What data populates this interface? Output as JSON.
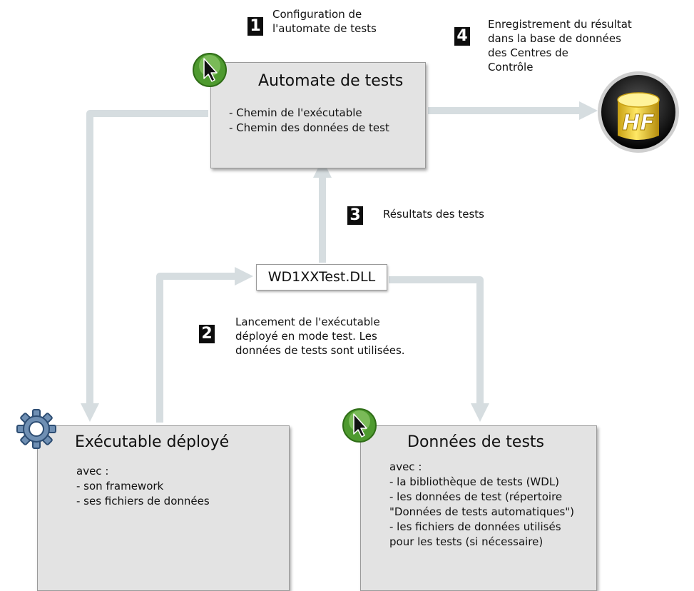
{
  "automate": {
    "title": "Automate de tests",
    "lines": [
      "- Chemin de l'exécutable",
      "- Chemin des données de test"
    ]
  },
  "executable": {
    "title": "Exécutable déployé",
    "lines": [
      "avec :",
      "- son framework",
      "- ses fichiers de données"
    ]
  },
  "donnees": {
    "title": "Données de tests",
    "lines": [
      "avec :",
      "- la bibliothèque de tests (WDL)",
      "- les données de test (répertoire",
      "\"Données de tests automatiques\")",
      "- les fichiers de données utilisés",
      "pour les tests (si nécessaire)"
    ]
  },
  "dll": {
    "label": "WD1XXTest.DLL"
  },
  "steps": [
    {
      "number": "1",
      "lines": [
        "Configuration de",
        "l'automate de tests"
      ]
    },
    {
      "number": "2",
      "lines": [
        "Lancement de l'exécutable",
        "déployé en mode test. Les",
        "données de tests sont utilisées."
      ]
    },
    {
      "number": "3",
      "lines": [
        "Résultats des tests"
      ]
    },
    {
      "number": "4",
      "lines": [
        "Enregistrement du résultat",
        "dans la base de données",
        "des Centres de",
        "Contrôle"
      ]
    }
  ],
  "database": {
    "logo_text": "HF"
  },
  "icons": {
    "automate": "cursor-icon",
    "executable": "gear-icon",
    "donnees": "cursor-icon",
    "database": "database-icon"
  },
  "colors": {
    "arrow": "#d6dde0",
    "box_fill": "#e3e3e3",
    "badge": "#0d0d0d",
    "cursor_badge": "#5fa63a",
    "db_gold": "#f2d22a"
  }
}
